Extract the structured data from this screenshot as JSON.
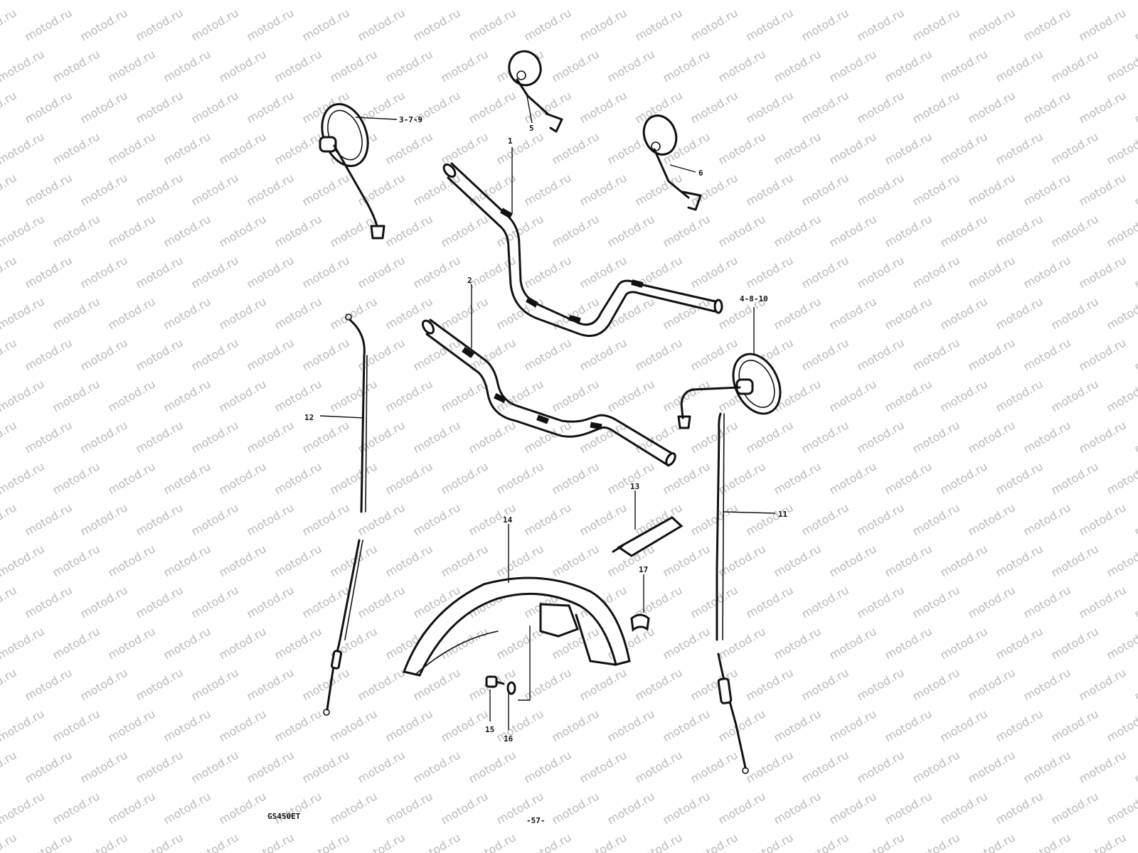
{
  "watermark": "motod.ru",
  "model_label": "GS450ET",
  "page_number": "-57-",
  "callouts": {
    "handlebar_upper": "1",
    "handlebar_lower": "2",
    "mirror_left_large": "3-7-9",
    "mirror_right_large": "4-8-10",
    "mirror_small_a": "5",
    "mirror_small_b": "6",
    "cable_right": "11",
    "cable_left": "12",
    "brace": "13",
    "fender": "14",
    "bolt": "15",
    "washer": "16",
    "clamp": "17"
  }
}
